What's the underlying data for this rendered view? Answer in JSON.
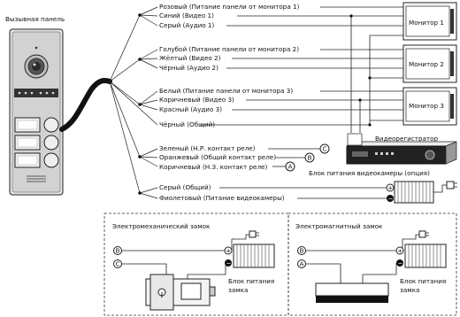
{
  "panel": {
    "title": "Вызывная панель"
  },
  "wires_top": [
    "Розовый (Питание панели от монитора 1)",
    "Синий (Видео 1)",
    "Серый (Аудио 1)",
    "Голубой (Питание панели от монитора 2)",
    "Жёлтый (Видео 2)",
    "Чёрный (Аудио 2)",
    "Белый (Питание панели от монитора 3)",
    "Коричневый (Видео 3)",
    "Красный (Аудио 3)",
    "Чёрный (Общий)"
  ],
  "relay_wires": [
    {
      "label": "Зеленый (Н.Р. контакт реле)",
      "tag": "C"
    },
    {
      "label": "Оранжевый (Общий контакт реле)",
      "tag": "B"
    },
    {
      "label": "Коричневый (Н.З. контакт реле)",
      "tag": "A"
    }
  ],
  "camera_wires": [
    "Серый (Общий)",
    "Фиолетовый (Питание видеокамеры)"
  ],
  "monitors": [
    "Монитор 1",
    "Монитор 2",
    "Монитор 3"
  ],
  "dvr": {
    "title": "Видеорегистратор"
  },
  "camera_psu": {
    "title": "Блок питания видеокамеры (опция)"
  },
  "lock_mech": {
    "title": "Электромеханический замок",
    "psu_label_1": "Блок питания",
    "psu_label_2": "замка"
  },
  "lock_mag": {
    "title": "Электромагнитный замок",
    "psu_label_1": "Блок питания",
    "psu_label_2": "замка"
  },
  "markers": {
    "a": "A",
    "b": "B",
    "c": "C",
    "plus": "+",
    "minus": "−"
  }
}
